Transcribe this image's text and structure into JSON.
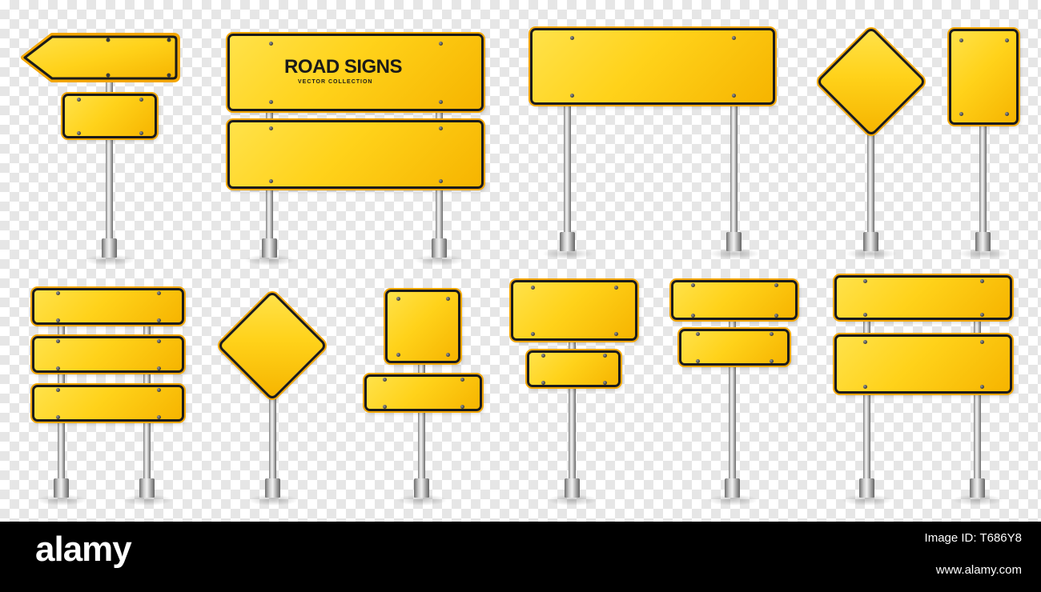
{
  "illustration": {
    "sign_title": "ROAD SIGNS",
    "sign_subtitle": "VECTOR COLLECTION",
    "colors": {
      "sign_fill": "#ffd21a",
      "sign_border": "#1a1a1a",
      "pole": "#c8c8c8",
      "checker": "#e6e6e6"
    }
  },
  "footer": {
    "logo": "alamy",
    "image_id_label": "Image ID: T686Y8",
    "url": "www.alamy.com"
  }
}
